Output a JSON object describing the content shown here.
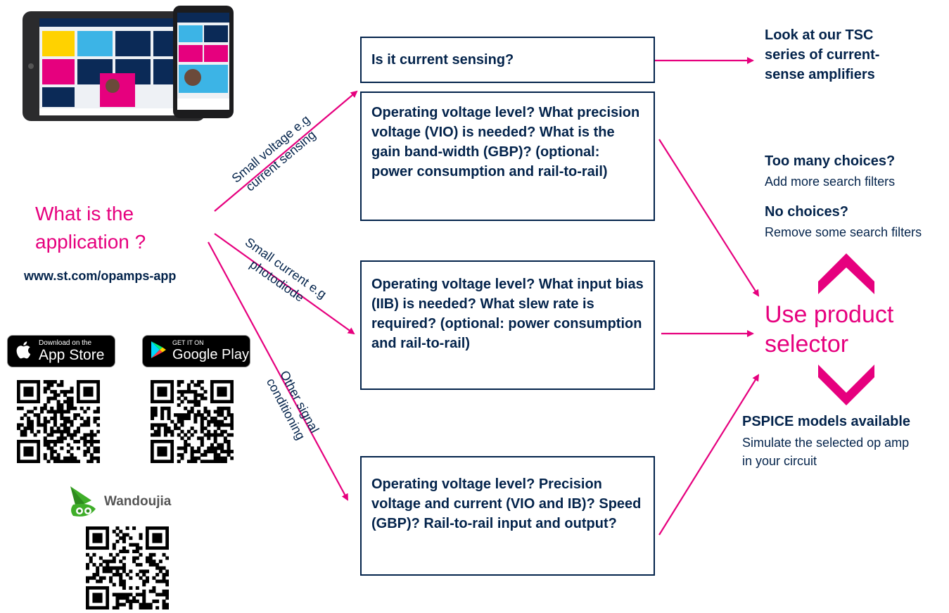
{
  "colors": {
    "accent": "#e6007e",
    "navy": "#03234b"
  },
  "app": {
    "question": "What is the application ?",
    "url": "www.st.com/opamps-app"
  },
  "stores": {
    "appstore": {
      "small": "Download on the",
      "big": "App Store",
      "icon": "apple-icon"
    },
    "googleplay": {
      "small": "GET IT ON",
      "big": "Google Play",
      "icon": "play-icon"
    },
    "wandoujia": {
      "label": "Wandoujia",
      "icon": "wandoujia-icon"
    }
  },
  "branches": {
    "small_voltage": "Small voltage e.g current sensing",
    "small_current": "Small current e.g photodiode",
    "other": "Other signal conditioning"
  },
  "boxes": {
    "current_sensing": "Is it current sensing?",
    "voltage": "Operating voltage level? What precision voltage (VIO) is needed? What is the gain band-width (GBP)? (optional: power consumption and rail-to-rail)",
    "current": "Operating voltage level? What input bias (IIB) is needed? What slew rate is required? (optional: power consumption and rail-to-rail)",
    "other": "Operating voltage level? Precision voltage and current (VIO and IB)? Speed (GBP)? Rail-to-rail input and output?"
  },
  "right": {
    "tsc": "Look at our TSC series of current-sense amplifiers",
    "too_many_title": "Too many choices?",
    "too_many_text": "Add more search filters",
    "no_choices_title": "No choices?",
    "no_choices_text": "Remove some search filters",
    "selector": "Use product selector",
    "pspice_title": "PSPICE models available",
    "pspice_text": "Simulate the selected op amp in your circuit"
  }
}
